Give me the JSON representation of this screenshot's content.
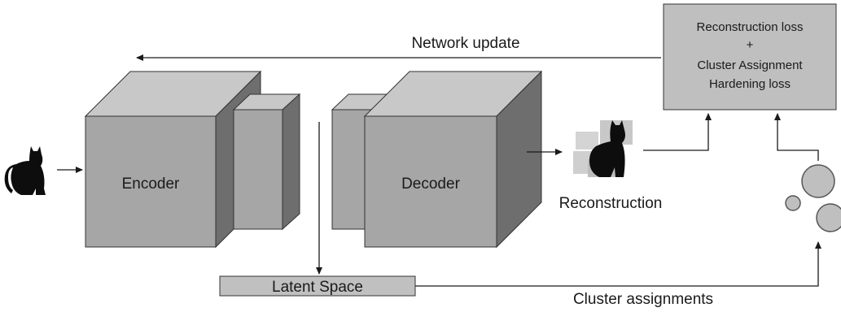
{
  "diagram": {
    "encoder_label": "Encoder",
    "decoder_label": "Decoder",
    "latent_label": "Latent Space",
    "reconstruction_label": "Reconstruction",
    "network_update_label": "Network update",
    "cluster_assignments_label": "Cluster assignments",
    "loss_box": {
      "line1": "Reconstruction loss",
      "line2": "+",
      "line3": "Cluster Assignment",
      "line4": "Hardening loss"
    }
  },
  "icons": {
    "input": "cat-silhouette-icon",
    "output": "reconstructed-cat-icon",
    "clusters": "cluster-bubbles-icon"
  },
  "colors": {
    "front": "#a6a6a6",
    "top": "#c8c8c8",
    "side": "#6e6e6e",
    "latent": "#c0c0c0",
    "loss_box": "#bfbfbf",
    "lines": "#1a1a1a"
  }
}
